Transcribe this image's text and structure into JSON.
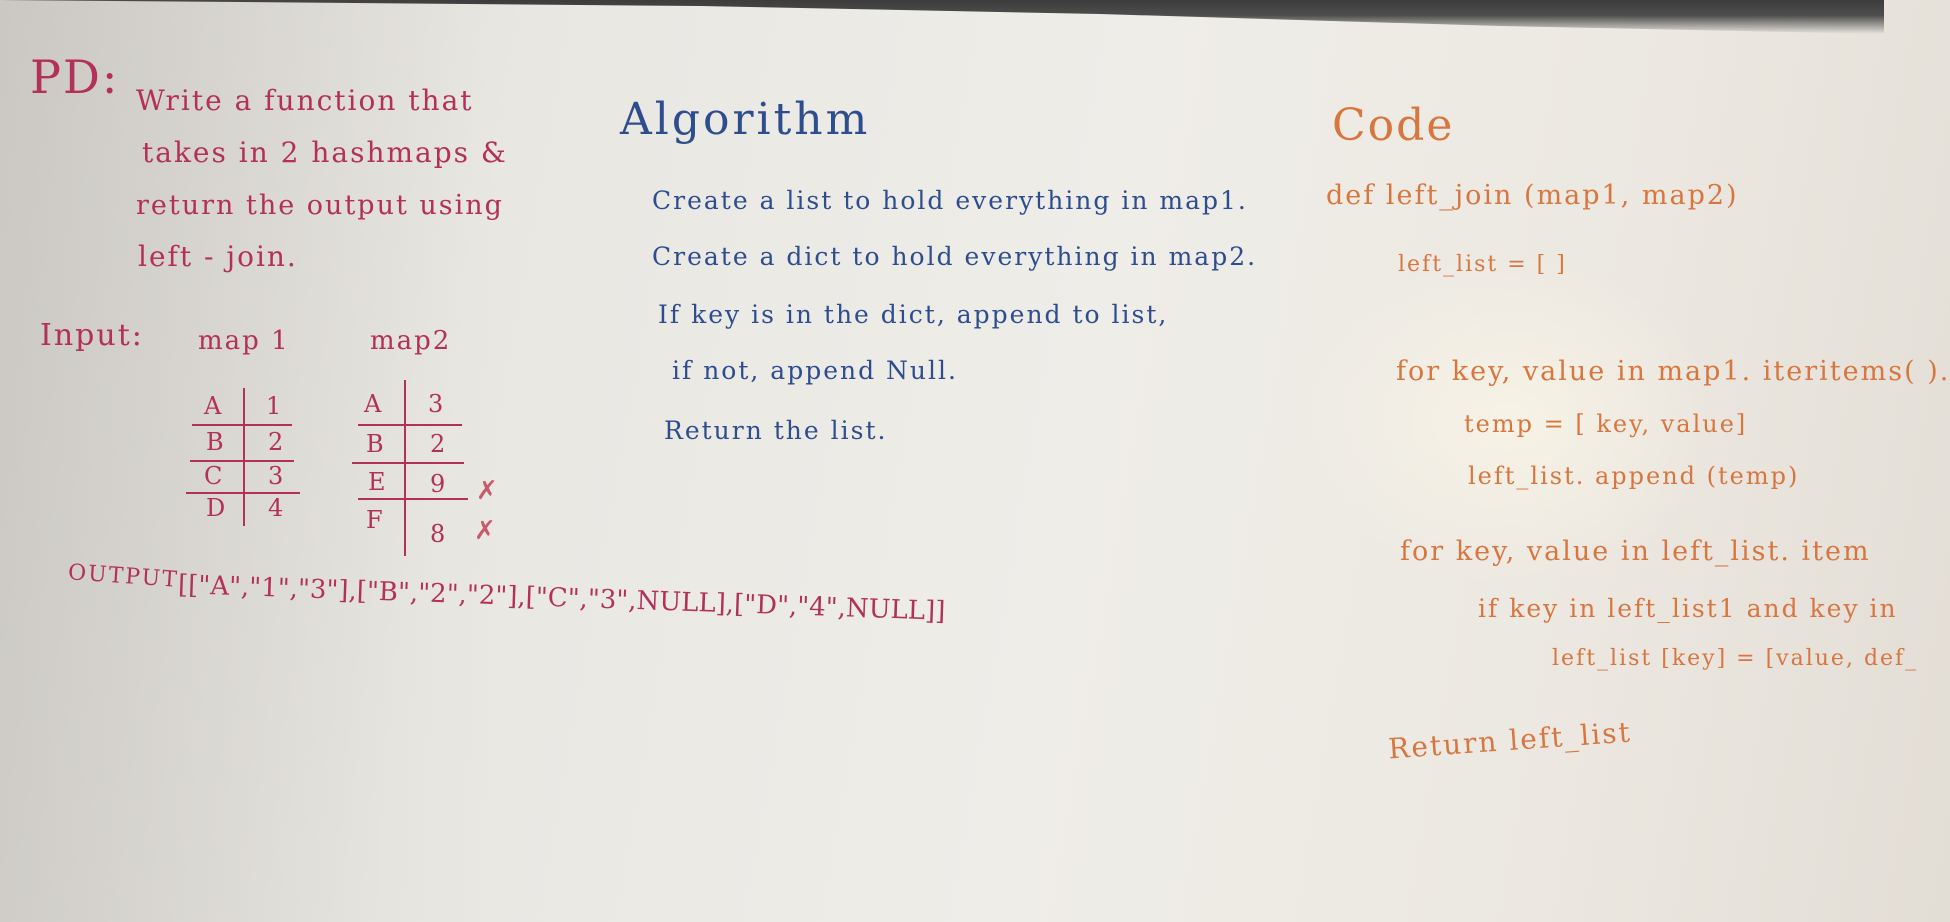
{
  "board": {
    "problem": {
      "label": "PD:",
      "lines": [
        "Write a function that",
        "takes in 2 hashmaps &",
        "return the output using",
        "left - join."
      ]
    },
    "input": {
      "label": "Input:",
      "map1": {
        "title": "map 1",
        "rows": [
          [
            "A",
            "1"
          ],
          [
            "B",
            "2"
          ],
          [
            "C",
            "3"
          ],
          [
            "D",
            "4"
          ]
        ]
      },
      "map2": {
        "title": "map2",
        "rows": [
          [
            "A",
            "3"
          ],
          [
            "B",
            "2"
          ],
          [
            "E",
            "9"
          ],
          [
            "F",
            "8"
          ]
        ]
      },
      "strike_marks": [
        "✗",
        "✗"
      ]
    },
    "output": {
      "label": "OUTPUT",
      "value": "[[\"A\",\"1\",\"3\"],[\"B\",\"2\",\"2\"],[\"C\",\"3\",NULL],[\"D\",\"4\",NULL]]"
    },
    "algorithm": {
      "title": "Algorithm",
      "steps": [
        "Create a list to hold everything in map1.",
        "Create a dict to hold everything in map2.",
        "If key is in the dict, append to list,",
        "if not, append Null.",
        "Return the list."
      ]
    },
    "code": {
      "title": "Code",
      "lines": [
        "def left_join (map1, map2)",
        "left_list = [ ]",
        "for key, value in map1. iteritems( ).",
        "temp = [ key, value]",
        "left_list. append (temp)",
        "for key, value in left_list. item",
        "if key in left_list1 and key in",
        "left_list [key] = [value, def_",
        "Return left_list"
      ]
    },
    "ink_colors": {
      "red": "#b2305a",
      "blue": "#2d4d8f",
      "orange": "#d8763f"
    }
  }
}
